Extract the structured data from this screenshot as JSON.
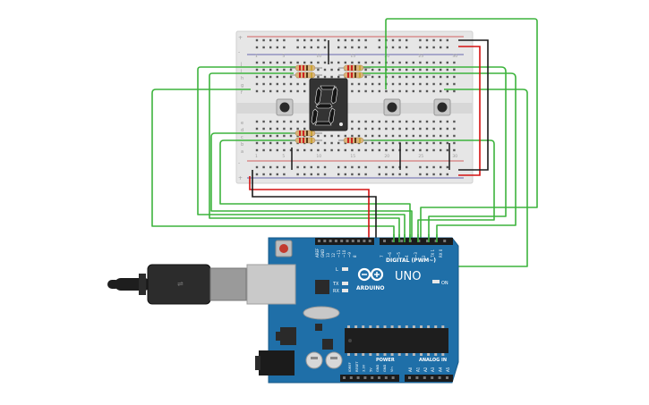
{
  "breadboard": {
    "row_labels_top": [
      "j",
      "i",
      "h",
      "g",
      "f"
    ],
    "row_labels_bottom": [
      "e",
      "d",
      "c",
      "b",
      "a"
    ],
    "rail_plus": "+",
    "rail_minus": "-",
    "column_numbers": [
      "1",
      "5",
      "10",
      "15",
      "20",
      "25",
      "30"
    ]
  },
  "arduino": {
    "model": "UNO",
    "brand": "ARDUINO",
    "digital_label": "DIGITAL (PWM~)",
    "analog_label": "ANALOG IN",
    "power_label": "POWER",
    "on_label": "ON",
    "led_l": "L",
    "led_tx": "TX",
    "led_rx": "RX",
    "header_top_pins": [
      "AREF",
      "GND",
      "13",
      "12",
      "~11",
      "~10",
      "~9",
      "8",
      "7",
      "~6",
      "~5",
      "4",
      "~3",
      "2",
      "TX 1",
      "RX 0"
    ],
    "power_pins": [
      "IOREF",
      "RESET",
      "3.3V",
      "5V",
      "GND",
      "GND",
      "Vin"
    ],
    "analog_pins": [
      "A0",
      "A1",
      "A2",
      "A3",
      "A4",
      "A5"
    ]
  },
  "colors": {
    "wire_green": "#3db43d",
    "wire_red": "#d31010",
    "wire_black": "#1a1a1a",
    "board_blue": "#1f6fa8",
    "breadboard": "#e4e4e4"
  }
}
